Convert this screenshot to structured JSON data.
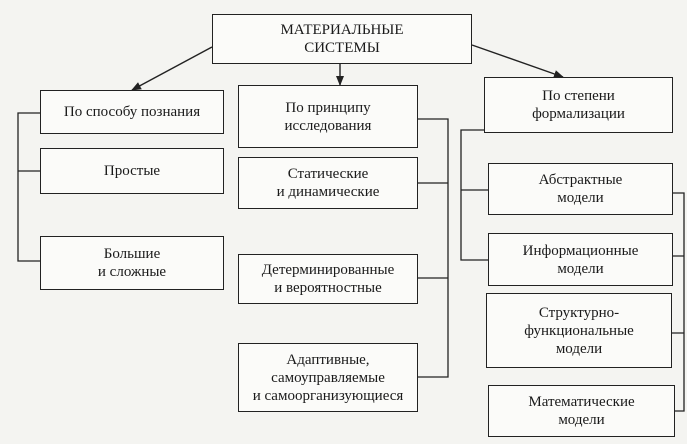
{
  "root": {
    "label": "МАТЕРИАЛЬНЫЕ\nСИСТЕМЫ"
  },
  "columns": [
    {
      "heading": "По способу познания",
      "items": [
        "Простые",
        "Большие\nи сложные"
      ]
    },
    {
      "heading": "По принципу\nисследования",
      "items": [
        "Статические\nи динамические",
        "Детерминированные\nи вероятностные",
        "Адаптивные,\nсамоуправляемые\nи самоорганизующиеся"
      ]
    },
    {
      "heading": "По степени\nформализации",
      "items": [
        "Абстрактные\nмодели",
        "Информационные\nмодели",
        "Структурно-\nфункциональные\nмодели",
        "Математические\nмодели"
      ]
    }
  ]
}
